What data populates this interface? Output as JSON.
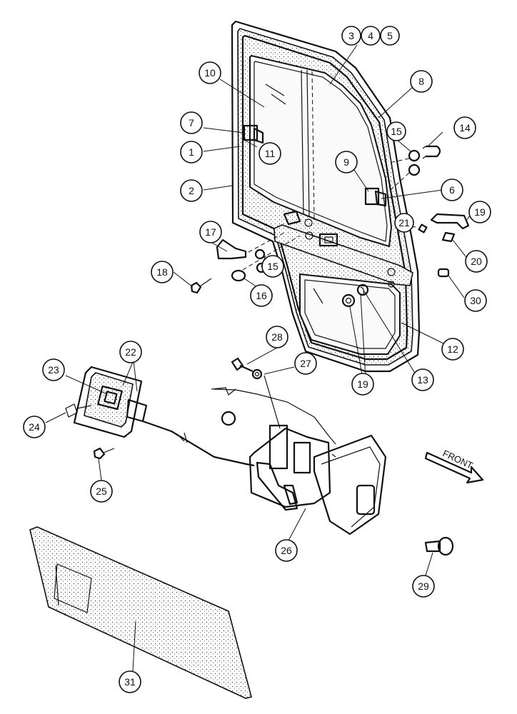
{
  "callouts": [
    {
      "id": "c1",
      "label": "1"
    },
    {
      "id": "c2",
      "label": "2"
    },
    {
      "id": "c3",
      "label": "3"
    },
    {
      "id": "c4",
      "label": "4"
    },
    {
      "id": "c5",
      "label": "5"
    },
    {
      "id": "c6",
      "label": "6"
    },
    {
      "id": "c7",
      "label": "7"
    },
    {
      "id": "c8",
      "label": "8"
    },
    {
      "id": "c9",
      "label": "9"
    },
    {
      "id": "c10",
      "label": "10"
    },
    {
      "id": "c11",
      "label": "11"
    },
    {
      "id": "c12",
      "label": "12"
    },
    {
      "id": "c13",
      "label": "13"
    },
    {
      "id": "c14",
      "label": "14"
    },
    {
      "id": "c15a",
      "label": "15"
    },
    {
      "id": "c15b",
      "label": "15"
    },
    {
      "id": "c16",
      "label": "16"
    },
    {
      "id": "c17",
      "label": "17"
    },
    {
      "id": "c18",
      "label": "18"
    },
    {
      "id": "c19a",
      "label": "19"
    },
    {
      "id": "c19b",
      "label": "19"
    },
    {
      "id": "c20",
      "label": "20"
    },
    {
      "id": "c21",
      "label": "21"
    },
    {
      "id": "c22",
      "label": "22"
    },
    {
      "id": "c23",
      "label": "23"
    },
    {
      "id": "c24",
      "label": "24"
    },
    {
      "id": "c25",
      "label": "25"
    },
    {
      "id": "c26",
      "label": "26"
    },
    {
      "id": "c27",
      "label": "27"
    },
    {
      "id": "c28",
      "label": "28"
    },
    {
      "id": "c29",
      "label": "29"
    },
    {
      "id": "c30",
      "label": "30"
    },
    {
      "id": "c31",
      "label": "31"
    }
  ],
  "front_label": "FRONT"
}
